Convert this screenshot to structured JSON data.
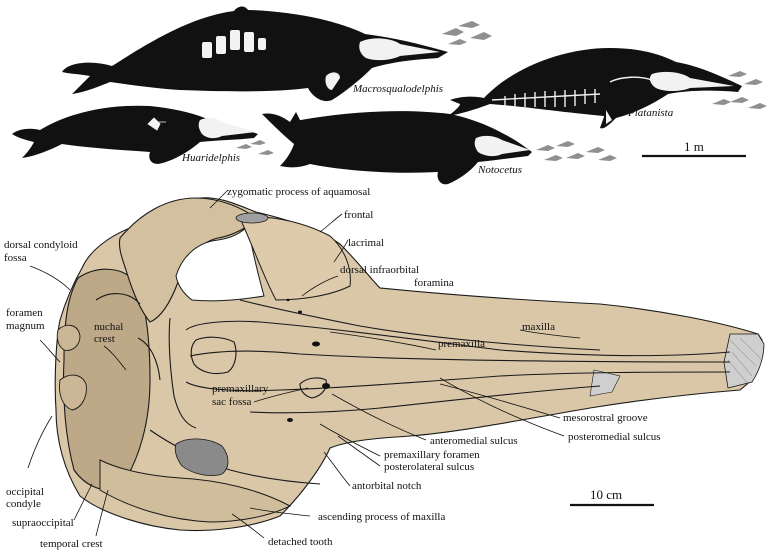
{
  "palette": {
    "silhouette": "#111111",
    "skeleton": "#f2f2f2",
    "fish": "#8f8f8f",
    "bone": "#d9c7a8",
    "bone_shade": "#b9a585",
    "cavity": "#8a8a8a",
    "outline": "#1a1a1a"
  },
  "figure_top": {
    "taxa": [
      {
        "name": "Macrosqualodelphis"
      },
      {
        "name": "Platanista"
      },
      {
        "name": "Huaridelphis"
      },
      {
        "name": "Notocetus"
      }
    ],
    "scale_bar": {
      "label": "1 m"
    }
  },
  "figure_bottom": {
    "labels": {
      "zygomatic": "zygomatic process of aquamosal",
      "frontal": "frontal",
      "lacrimal": "lacrimal",
      "dorsal_condyloid_l1": "dorsal condyloid",
      "dorsal_condyloid_l2": "fossa",
      "dorsal_infraorbital_l1": "dorsal infraorbital",
      "dorsal_infraorbital_l2": "foramina",
      "foramen_magnum_l1": "foramen",
      "foramen_magnum_l2": "magnum",
      "nuchal_l1": "nuchal",
      "nuchal_l2": "crest",
      "maxilla": "maxilla",
      "premaxilla": "premaxilla",
      "premaxillary_sac_l1": "premaxillary",
      "premaxillary_sac_l2": "sac fossa",
      "mesorostral": "mesorostral groove",
      "anteromedial": "anteromedial sulcus",
      "posteromedial": "posteromedial sulcus",
      "premaxillary_foramen": "premaxillary foramen",
      "posterolateral": "posterolateral sulcus",
      "antorbital": "antorbital notch",
      "occipital_l1": "occipital",
      "occipital_l2": "condyle",
      "supraoccipital": "supraoccipital",
      "ascending": "ascending process of maxilla",
      "temporal": "temporal crest",
      "detached_tooth": "detached tooth"
    },
    "scale_bar": {
      "label": "10 cm"
    }
  }
}
